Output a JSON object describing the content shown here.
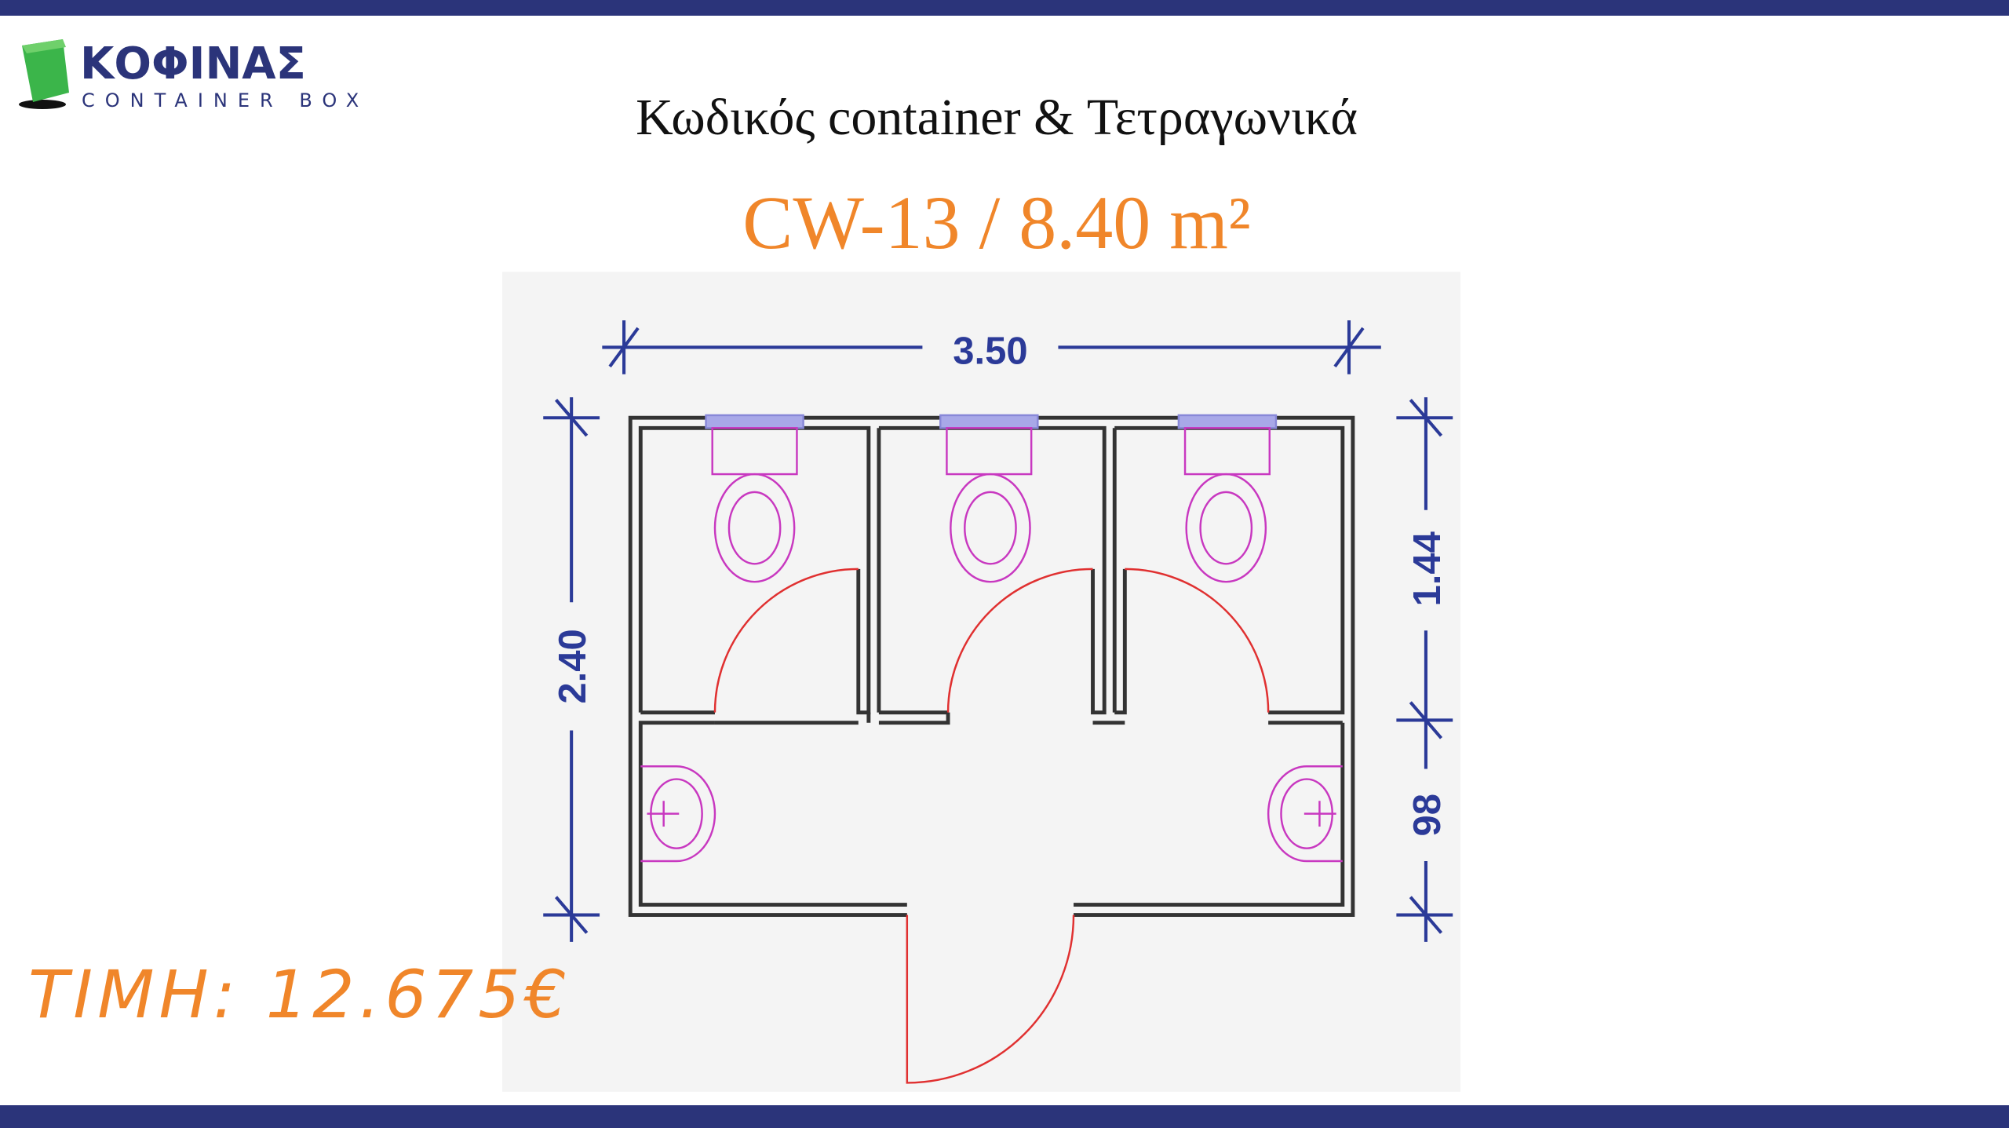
{
  "logo": {
    "brand": "ΚΟΦΙΝΑΣ",
    "subtitle": "CONTAINER BOX"
  },
  "header": {
    "title": "Κωδικός container & Τετραγωνικά",
    "code": "CW-13 / 8.40 m²"
  },
  "plan": {
    "width_label": "3.50",
    "height_label": "2.40",
    "cubicle_depth_label": "1.44",
    "corridor_depth_label": "98"
  },
  "price": {
    "label": "ΤΙΜΗ: 12.675€"
  },
  "colors": {
    "brand_blue": "#2b347a",
    "accent_orange": "#f0862a",
    "dimension_blue": "#2b3a98",
    "fixture_magenta": "#c838c0",
    "door_red": "#e03030"
  }
}
